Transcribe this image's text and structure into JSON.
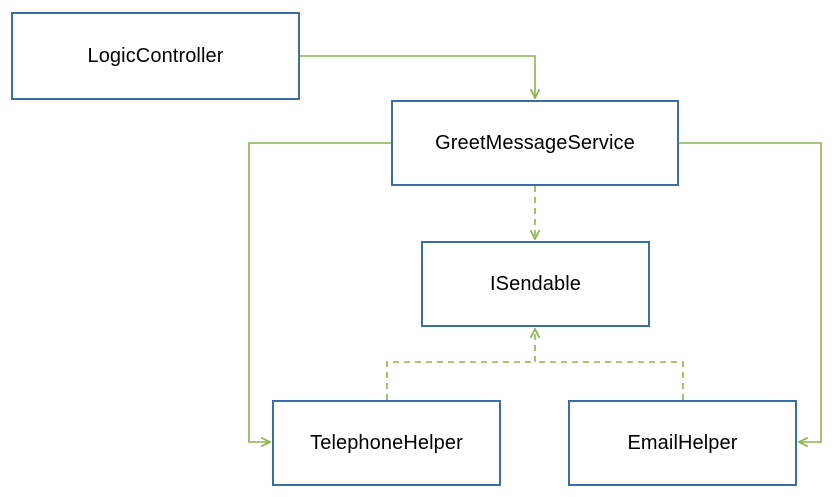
{
  "colors": {
    "box_border": "#3a6ea8",
    "connector": "#8ab34a",
    "text": "#000000"
  },
  "nodes": {
    "logic_controller": "LogicController",
    "greet_message_service": "GreetMessageService",
    "isendable": "ISendable",
    "telephone_helper": "TelephoneHelper",
    "email_helper": "EmailHelper"
  }
}
